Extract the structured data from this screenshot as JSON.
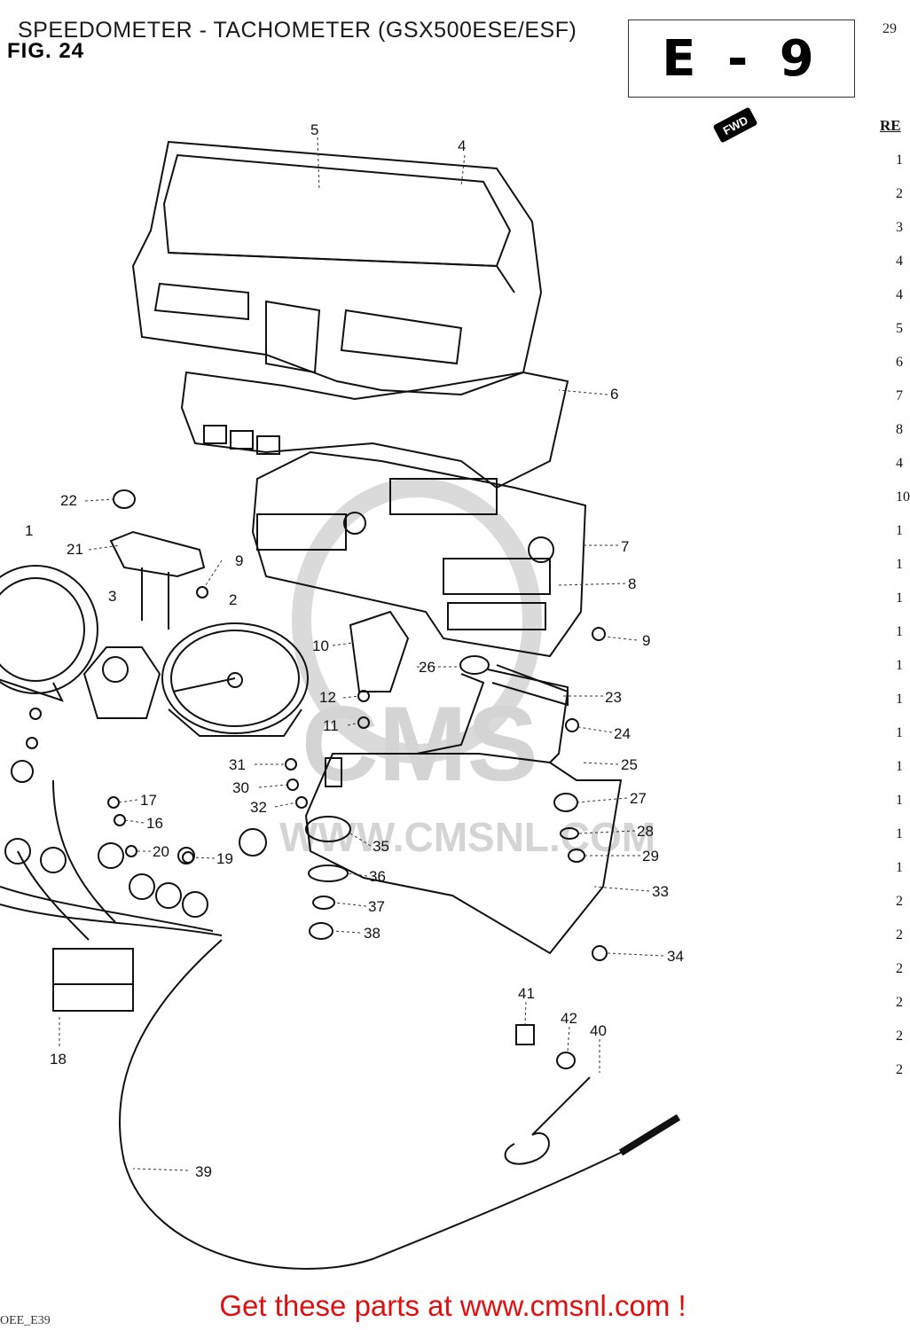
{
  "header": {
    "title": "SPEEDOMETER - TACHOMETER (GSX500ESE/ESF)",
    "figure": "FIG. 24",
    "section": "E - 9",
    "page_number": "29",
    "fwd_label": "FWD"
  },
  "reference_column": {
    "heading": "RE",
    "numbers": [
      "1",
      "2",
      "3",
      "4",
      "4",
      "5",
      "6",
      "7",
      "8",
      "4",
      "10",
      "1",
      "1",
      "1",
      "1",
      "1",
      "1",
      "1",
      "1",
      "1",
      "1",
      "1",
      "2",
      "2",
      "2",
      "2",
      "2",
      "2"
    ]
  },
  "callouts": [
    "1",
    "2",
    "3",
    "4",
    "5",
    "6",
    "7",
    "8",
    "9",
    "9",
    "10",
    "11",
    "12",
    "16",
    "17",
    "18",
    "19",
    "20",
    "21",
    "22",
    "23",
    "24",
    "25",
    "26",
    "27",
    "28",
    "29",
    "30",
    "31",
    "32",
    "33",
    "34",
    "35",
    "36",
    "37",
    "38",
    "39",
    "40",
    "41",
    "42"
  ],
  "watermark": {
    "brand": "CMS",
    "url": "WWW.CMSNL.COM"
  },
  "footer": {
    "code": "OEE_E39",
    "cta": "Get these parts at www.cmsnl.com !"
  },
  "colors": {
    "cta": "#e01010",
    "line_art": "#111111",
    "watermark": "#d0d0d0"
  }
}
